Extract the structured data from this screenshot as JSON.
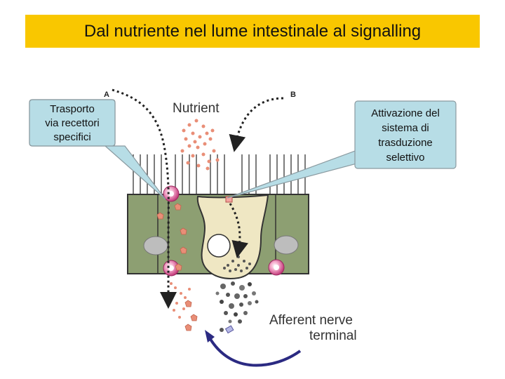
{
  "title": "Dal nutriente nel lume intestinale al signalling",
  "labels": {
    "panel_a": "A",
    "panel_b": "B",
    "nutrient": "Nutrient",
    "afferent_line1": "Afferent nerve",
    "afferent_line2": "terminal"
  },
  "callouts": {
    "left": [
      "Trasporto",
      "via recettori",
      "specifici"
    ],
    "right": [
      "Attivazione del",
      "sistema di",
      "trasduzione",
      "selettivo"
    ]
  },
  "colors": {
    "title_bg": "#f9c700",
    "callout_fill": "#b7dde6",
    "epithelium": "#8d9f72",
    "enteroendocrine_cell": "#efe7c3",
    "nerve": "#2b2a82"
  }
}
